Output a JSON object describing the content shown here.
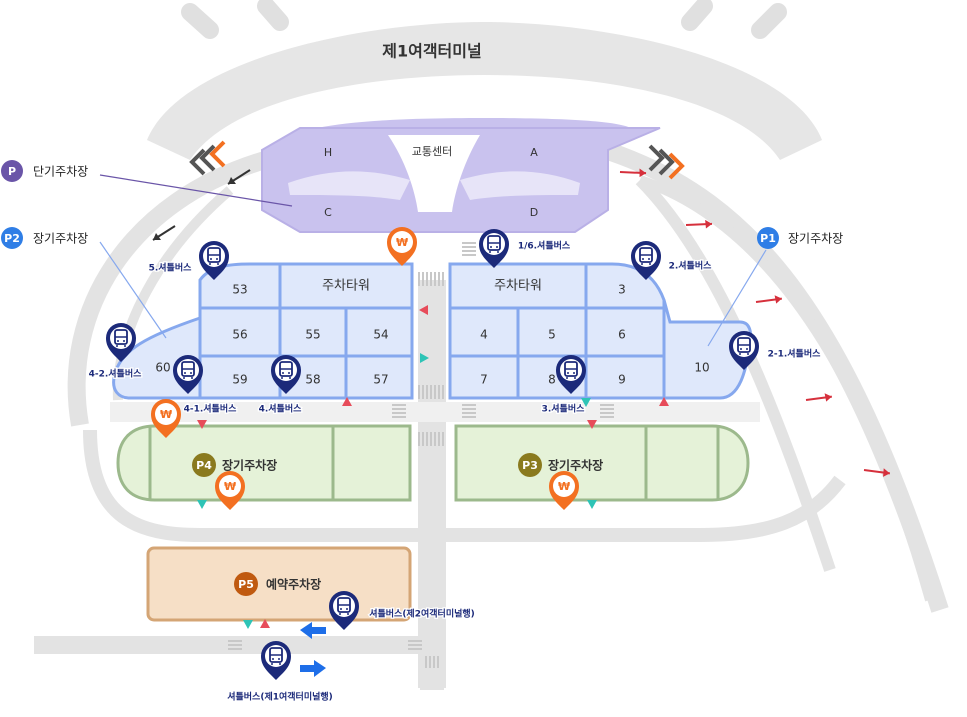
{
  "terminal": {
    "title": "제1여객터미널"
  },
  "transport_center": {
    "title": "교통센터",
    "areas": [
      "H",
      "A",
      "C",
      "D"
    ]
  },
  "legend": {
    "short_term": {
      "badge": "P",
      "label": "단기주차장"
    },
    "long_term_p2": {
      "badge": "P2",
      "label": "장기주차장"
    },
    "long_term_p1": {
      "badge": "P1",
      "label": "장기주차장"
    }
  },
  "towers": {
    "left": {
      "title": "주차타워",
      "zones": [
        "53",
        "56",
        "55",
        "54",
        "60",
        "59",
        "58",
        "57"
      ]
    },
    "right": {
      "title": "주차타워",
      "zones": [
        "3",
        "4",
        "5",
        "6",
        "7",
        "8",
        "9",
        "10"
      ]
    }
  },
  "lots": {
    "p4": {
      "badge": "P4",
      "label": "장기주차장"
    },
    "p3": {
      "badge": "P3",
      "label": "장기주차장"
    },
    "p5": {
      "badge": "P5",
      "label": "예약주차장"
    }
  },
  "shuttle_stops": [
    {
      "id": "stop-5",
      "label": "5.셔틀버스"
    },
    {
      "id": "stop-1-6",
      "label": "1/6.셔틀버스"
    },
    {
      "id": "stop-2",
      "label": "2.셔틀버스"
    },
    {
      "id": "stop-4-2",
      "label": "4-2.셔틀버스"
    },
    {
      "id": "stop-2-1",
      "label": "2-1.셔틀버스"
    },
    {
      "id": "stop-4-1",
      "label": "4-1.셔틀버스"
    },
    {
      "id": "stop-4",
      "label": "4.셔틀버스"
    },
    {
      "id": "stop-3",
      "label": "3.셔틀버스"
    },
    {
      "id": "stop-t2",
      "label": "셔틀버스(제2여객터미널행)"
    },
    {
      "id": "stop-t1",
      "label": "셔틀버스(제1여객터미널행)"
    }
  ],
  "payment_symbol": "₩",
  "colors": {
    "road": "#e3e3e3",
    "terminal_roof": "#e6e6e6",
    "transport_center": "#c9c2ee",
    "tower_fill": "#dfe8fb",
    "tower_stroke": "#86a8ee",
    "long_term_lot": "#e5f2d8",
    "long_term_lot_stroke": "#9cb98c",
    "reserved_lot": "#f6dfc6",
    "reserved_lot_stroke": "#d4a575",
    "shuttle_pin": "#1c2a7a",
    "payment_pin": "#f37021",
    "lot_badge": "#8a7a1e",
    "reserved_badge": "#c05a10",
    "p_badge": "#6a55a8",
    "p2_badge": "#2f7ee6"
  }
}
